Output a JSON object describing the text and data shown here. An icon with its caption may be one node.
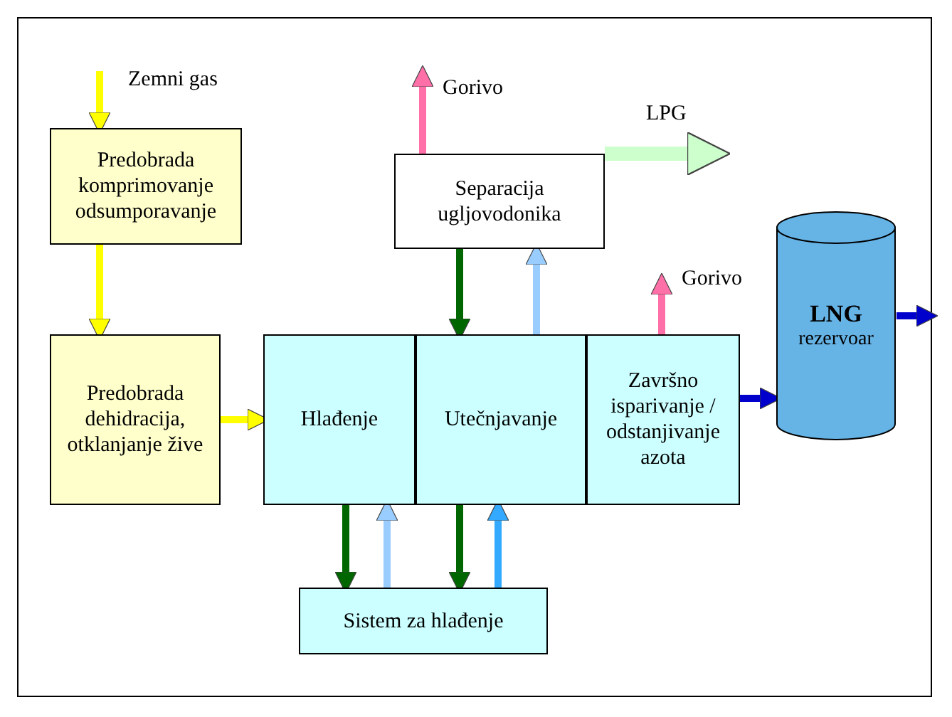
{
  "diagram": {
    "nodes": [
      {
        "text": [
          "Predobrada komprimovanje odsumporavanje"
        ]
      },
      {
        "text": [
          "Predobrada dehidracija, otklanjanje žive"
        ]
      },
      {
        "text": [
          "Separacija ugljovodonika"
        ]
      },
      {
        "text": [
          "Hlađenje"
        ]
      },
      {
        "text": [
          "Utečnjavanje"
        ]
      },
      {
        "text": [
          "Završno isparivanje / odstanjivanje azota"
        ]
      },
      {
        "text": [
          "LNG",
          "rezervoar"
        ]
      },
      {
        "text": [
          "Sistem za hlađenje"
        ]
      }
    ],
    "edges": [
      {
        "from": null,
        "to": 0,
        "arrow": "to",
        "label": "Zemni gas",
        "color": "#ffff00"
      },
      {
        "from": 0,
        "to": 1,
        "arrow": "to",
        "color": "#ffff00"
      },
      {
        "from": 1,
        "to": 3,
        "arrow": "to",
        "color": "#ffff00"
      },
      {
        "from": 2,
        "to": null,
        "arrow": "to",
        "label": "Gorivo",
        "color": "#ff6fa8"
      },
      {
        "from": 2,
        "to": null,
        "arrow": "to",
        "label": "LPG",
        "color": "#ccffcc",
        "style": "thick"
      },
      {
        "from": 2,
        "to": 4,
        "arrow": "to",
        "color": "#006600"
      },
      {
        "from": 4,
        "to": 2,
        "arrow": "to",
        "color": "#99ccff"
      },
      {
        "from": 5,
        "to": null,
        "arrow": "to",
        "label": "Gorivo",
        "color": "#ff6fa8"
      },
      {
        "from": 5,
        "to": 6,
        "arrow": "to",
        "color": "#0000cc"
      },
      {
        "from": 6,
        "to": null,
        "arrow": "to",
        "color": "#0000cc"
      },
      {
        "from": 3,
        "to": 7,
        "arrow": "to",
        "color": "#006600"
      },
      {
        "from": 7,
        "to": 3,
        "arrow": "to",
        "color": "#99ccff"
      },
      {
        "from": 4,
        "to": 7,
        "arrow": "to",
        "color": "#006600"
      },
      {
        "from": 7,
        "to": 4,
        "arrow": "to",
        "color": "#33aaff"
      }
    ]
  }
}
